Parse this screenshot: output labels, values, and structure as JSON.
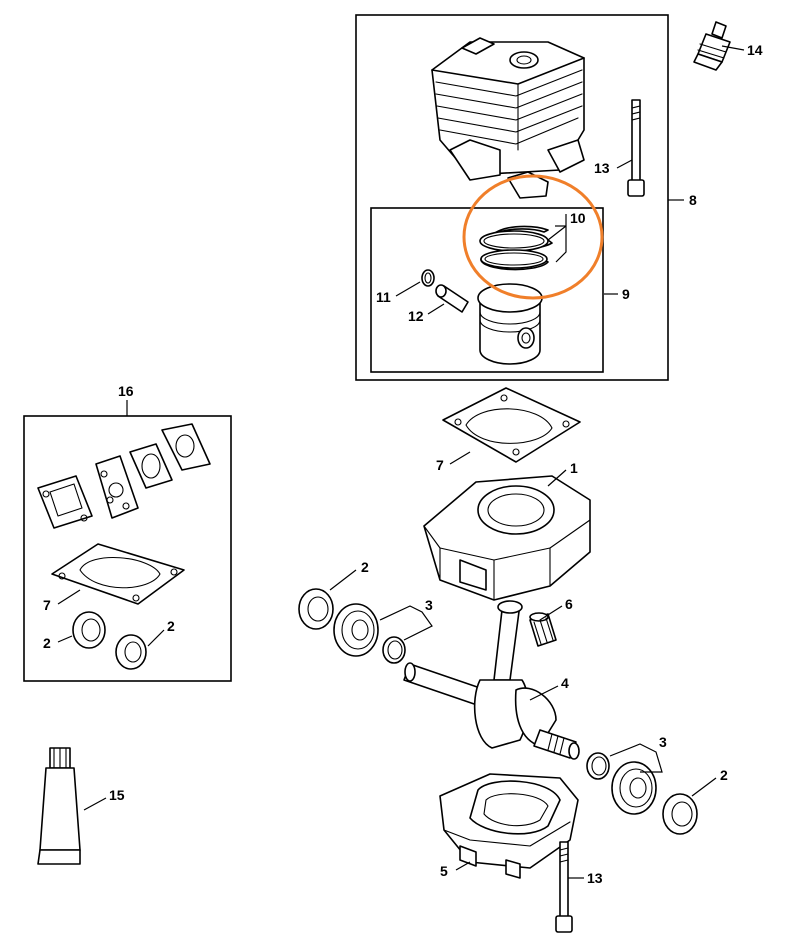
{
  "colors": {
    "line": "#000000",
    "background": "#ffffff",
    "highlight": "#f07f2a"
  },
  "labels": {
    "p1": "1",
    "p2a": "2",
    "p2b": "2",
    "p2c": "2",
    "p2d": "2",
    "p3a": "3",
    "p3b": "3",
    "p4": "4",
    "p5": "5",
    "p6": "6",
    "p7a": "7",
    "p7b": "7",
    "p8": "8",
    "p9": "9",
    "p10": "10",
    "p11": "11",
    "p12": "12",
    "p13a": "13",
    "p13b": "13",
    "p14": "14",
    "p15": "15",
    "p16": "16"
  },
  "highlighted_part": "10"
}
